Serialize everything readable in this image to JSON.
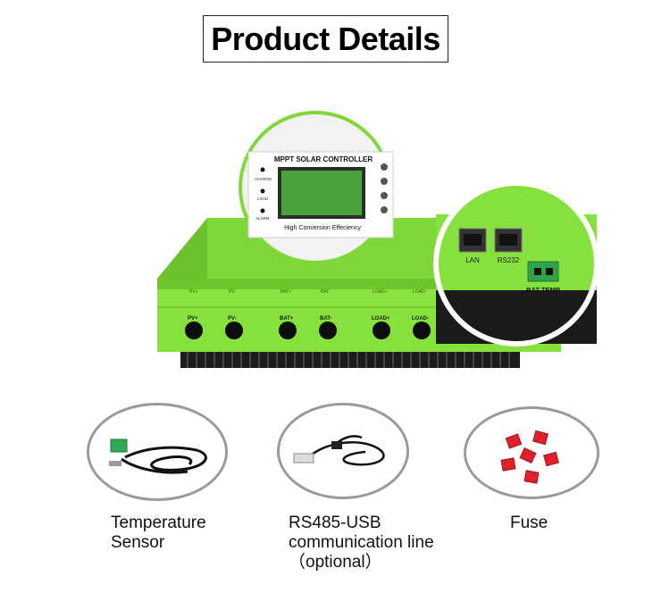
{
  "heading": "Product Details",
  "controller": {
    "display": {
      "title": "MPPT SOLAR CONTROLLER",
      "subtitle": "High Conversion Effeciency",
      "leds": [
        "CHARGE",
        "LOAD",
        "ALARM"
      ]
    },
    "ports": {
      "lan": "LAN",
      "rs232": "RS232",
      "bat_temp": "BAT TEMP"
    },
    "terminals": [
      "PV+",
      "PV-",
      "BAT+",
      "BAT-",
      "LOAD+",
      "LOAD-"
    ],
    "body_color": "#86e13c"
  },
  "accessories": [
    {
      "name": "temperature-sensor",
      "label_lines": [
        "Temperature",
        "Sensor"
      ]
    },
    {
      "name": "rs485-usb-line",
      "label_lines": [
        "RS485-USB",
        "communication line",
        "（optional）"
      ]
    },
    {
      "name": "fuse",
      "label_lines": [
        "Fuse"
      ]
    }
  ]
}
